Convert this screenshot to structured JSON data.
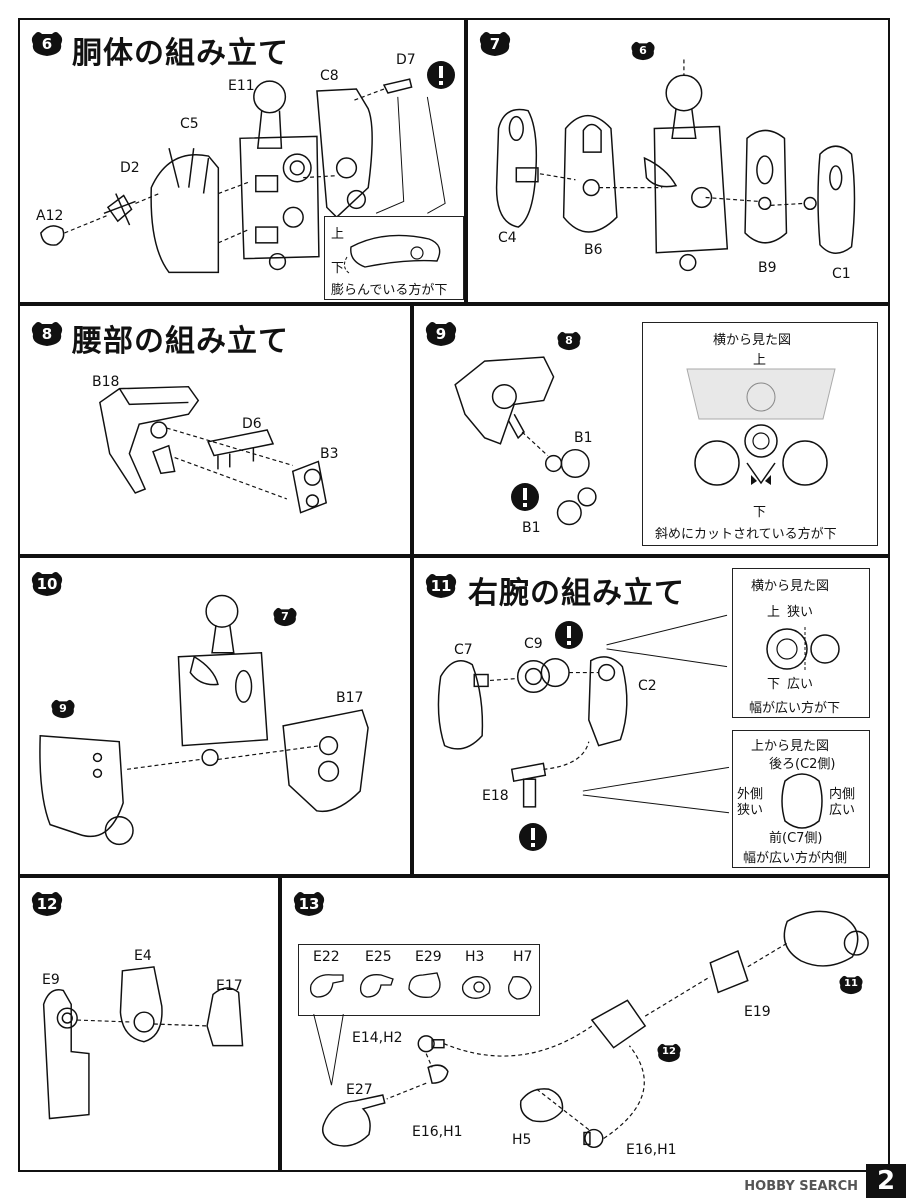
{
  "steps": {
    "s6": {
      "num": "6",
      "title": "胴体の組み立て",
      "parts": [
        "E11",
        "C8",
        "D7",
        "C5",
        "D2",
        "A12"
      ],
      "note": {
        "top": "上",
        "bottom": "下",
        "caption": "膨らんでいる方が下"
      }
    },
    "s7": {
      "num": "7",
      "ref": "6",
      "parts": [
        "C4",
        "B6",
        "B9",
        "C1"
      ]
    },
    "s8": {
      "num": "8",
      "title": "腰部の組み立て",
      "parts": [
        "B18",
        "D6",
        "B3"
      ]
    },
    "s9": {
      "num": "9",
      "ref": "8",
      "parts": [
        "B1",
        "B1"
      ],
      "note": {
        "heading": "横から見た図",
        "top": "上",
        "bottom": "下",
        "caption": "斜めにカットされている方が下"
      }
    },
    "s10": {
      "num": "10",
      "refA": "7",
      "refB": "9",
      "parts": [
        "B17"
      ]
    },
    "s11": {
      "num": "11",
      "title": "右腕の組み立て",
      "parts": [
        "C7",
        "C9",
        "C2",
        "E18"
      ],
      "note1": {
        "heading": "横から見た図",
        "top": "上",
        "narrow": "狭い",
        "bottom": "下",
        "wide": "広い",
        "caption": "幅が広い方が下"
      },
      "note2": {
        "heading": "上から見た図",
        "back": "後ろ(C2側)",
        "outer": "外側",
        "outer_sub": "狭い",
        "inner": "内側",
        "inner_sub": "広い",
        "front": "前(C7側)",
        "caption": "幅が広い方が内側"
      }
    },
    "s12": {
      "num": "12",
      "parts": [
        "E4",
        "E9",
        "E17"
      ]
    },
    "s13": {
      "num": "13",
      "hands": [
        "E22",
        "E25",
        "E29",
        "H3",
        "H7"
      ],
      "parts": [
        "E14,H2",
        "E27",
        "E16,H1",
        "H5",
        "E16,H1",
        "E19"
      ],
      "refA": "12",
      "refB": "11"
    }
  },
  "page_number": "2",
  "watermark": "HOBBY SEARCH",
  "colors": {
    "ink": "#111111",
    "paper": "#ffffff"
  }
}
